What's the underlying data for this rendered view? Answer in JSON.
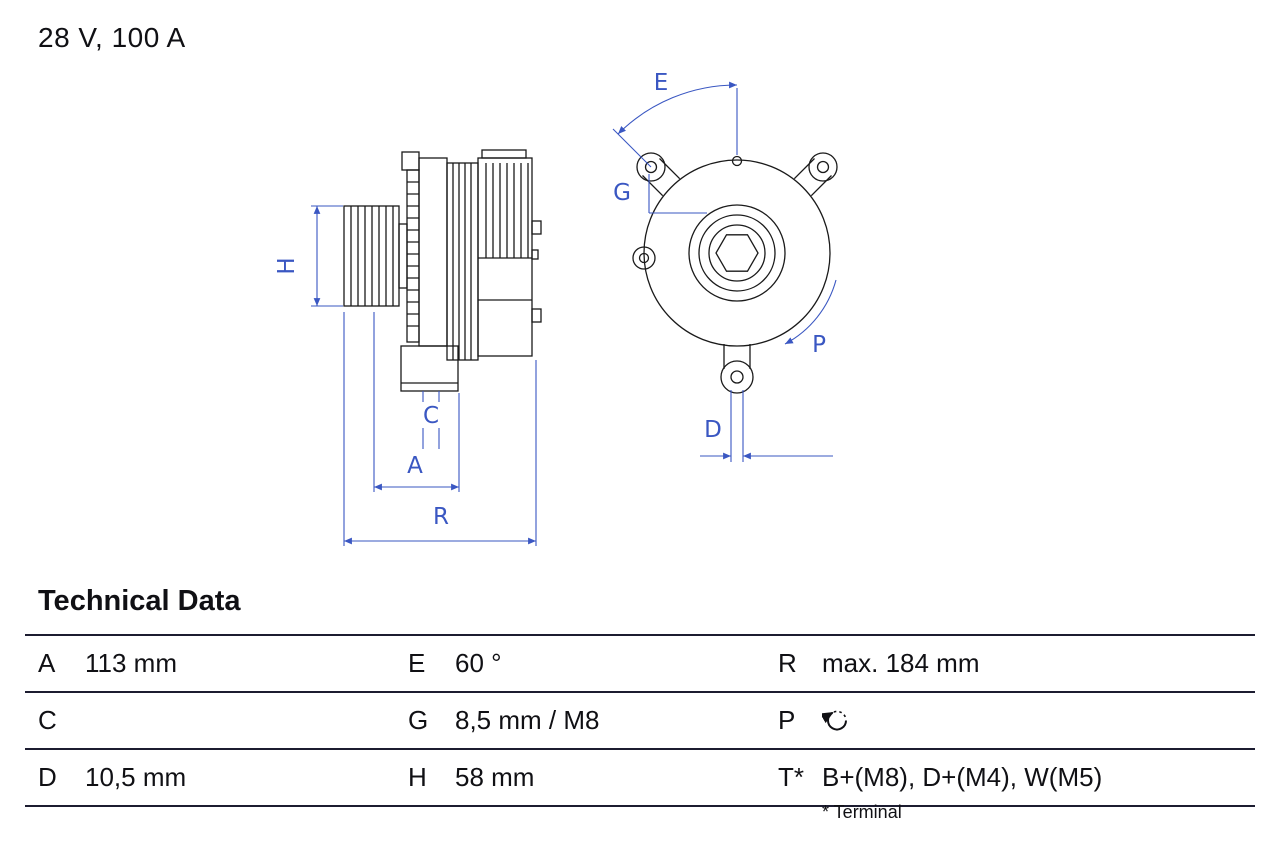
{
  "header": {
    "rating": "28 V, 100 A"
  },
  "diagram": {
    "line_color": "#1a1a1a",
    "dim_color": "#3a57c2",
    "labels": {
      "H": "H",
      "C": "C",
      "A": "A",
      "R": "R",
      "E": "E",
      "G": "G",
      "P": "P",
      "D": "D"
    }
  },
  "technical_data": {
    "title": "Technical Data",
    "rows": [
      [
        {
          "key": "A",
          "value": "113 mm"
        },
        {
          "key": "E",
          "value": "60 °"
        },
        {
          "key": "R",
          "value": "max. 184 mm"
        }
      ],
      [
        {
          "key": "C",
          "value": ""
        },
        {
          "key": "G",
          "value": "8,5 mm / M8"
        },
        {
          "key": "P",
          "value": "",
          "icon": "rotation-direction-icon"
        }
      ],
      [
        {
          "key": "D",
          "value": "10,5 mm"
        },
        {
          "key": "H",
          "value": "58 mm"
        },
        {
          "key": "T*",
          "value": "B+(M8), D+(M4), W(M5)"
        }
      ]
    ],
    "footnote": "* Terminal"
  }
}
